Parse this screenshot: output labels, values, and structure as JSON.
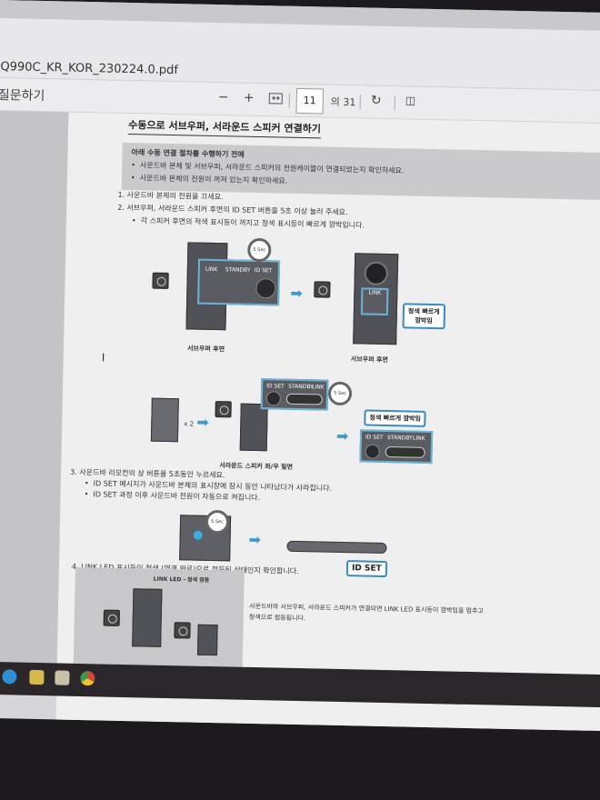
{
  "window": {
    "filename": "Q990C_KR_KOR_230224.0.pdf"
  },
  "toolbar": {
    "ask_label": "질문하기",
    "zoom_out": "−",
    "zoom_in": "+",
    "current_page": "11",
    "total_pages": "의 31"
  },
  "doc": {
    "heading": "수동으로 서브우퍼, 서라운드 스피커 연결하기",
    "note_title": "아래 수동 연결 절차를 수행하기 전에",
    "note_items": [
      "사운드바 본체 및 서브우퍼, 서라운드 스피커의 전원케이블이 연결되었는지 확인하세요.",
      "사운드바 본체의 전원이 꺼져 있는지 확인하세요."
    ],
    "step1": "1.  사운드바 본체의 전원을 끄세요.",
    "step2": "2.  서브우퍼, 서라운드 스피커 후면의 ID SET 버튼을 5초 이상 눌러 주세요.",
    "step2_sub": "각 스피커 후면의 적색 표시등이 꺼지고 청색 표시등이 빠르게 깜박입니다.",
    "fig1": {
      "panel_labels": [
        "LINK",
        "STANDBY",
        "ID SET"
      ],
      "timer": "5 Sec",
      "caption_left": "서브우퍼 후면",
      "caption_right": "서브우퍼 후면",
      "link": "LINK",
      "callout": "청색 빠르게\n깜박임"
    },
    "fig2": {
      "count": "x 2",
      "panel_labels": [
        "ID SET",
        "STANDBY",
        "LINK"
      ],
      "timer": "5 Sec",
      "caption": "서라운드 스피커 좌/우 밑면",
      "callout": "청색 빠르게 깜박임"
    },
    "step3": "3.  사운드바 리모컨의 상 버튼을 5초동안 누르세요.",
    "step3_subs": [
      "ID SET 메시지가 사운드바 본체의 표시창에 잠시 동안 나타났다가 사라집니다.",
      "ID SET 과정 이후 사운드바 전원이 자동으로 켜집니다."
    ],
    "fig3": {
      "timer": "5 Sec",
      "display": "ID SET"
    },
    "step4": "4.  LINK LED 표시등이 청색 (연결 완료)으로 점등된 상태인지 확인합니다.",
    "fig4": {
      "label": "LINK LED - 청색 점등"
    },
    "step4_desc": [
      "사운드바와 서브우퍼, 서라운드 스피커가 연결되면 LINK LED 표시등이 깜박임을 멈추고",
      "청색으로 점등됩니다."
    ]
  },
  "taskbar": {
    "icons": [
      "edge-icon",
      "file-explorer-icon",
      "store-icon",
      "chrome-icon"
    ]
  },
  "colors": {
    "accent": "#3a9ad0",
    "panel": "#5a5c62"
  }
}
